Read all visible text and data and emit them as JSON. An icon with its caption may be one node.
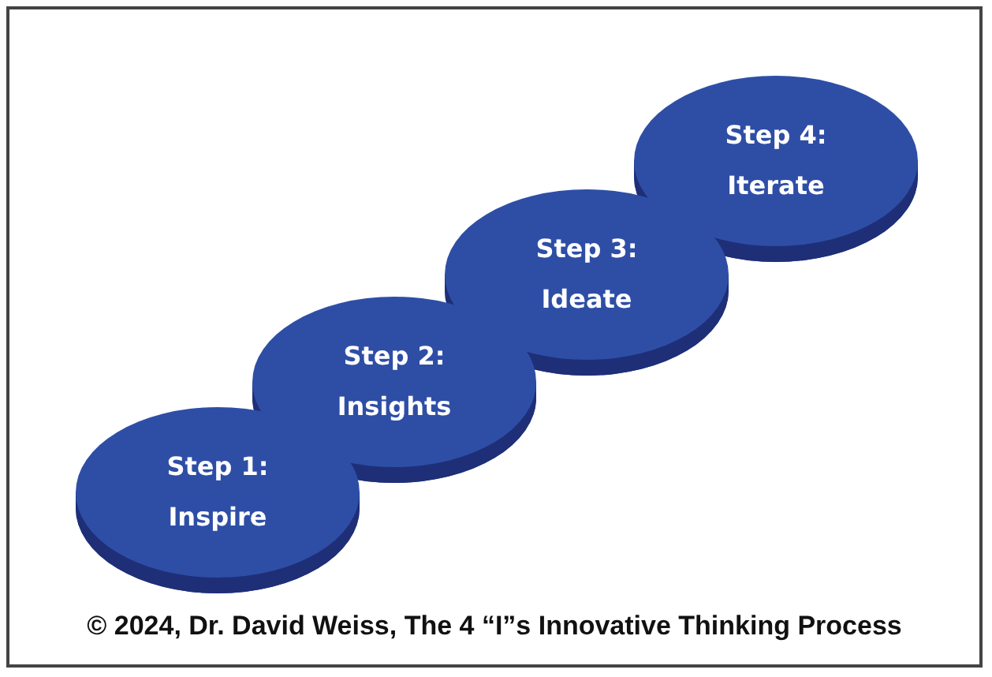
{
  "diagram": {
    "caption": "© 2024, Dr. David Weiss, The 4 “I”s Innovative Thinking Process",
    "nodes": [
      {
        "text": [
          "Step 1:",
          "Inspire"
        ]
      },
      {
        "text": [
          "Step 2:",
          "Insights"
        ]
      },
      {
        "text": [
          "Step 3:",
          "Ideate"
        ]
      },
      {
        "text": [
          "Step 4:",
          "Iterate"
        ]
      }
    ]
  }
}
